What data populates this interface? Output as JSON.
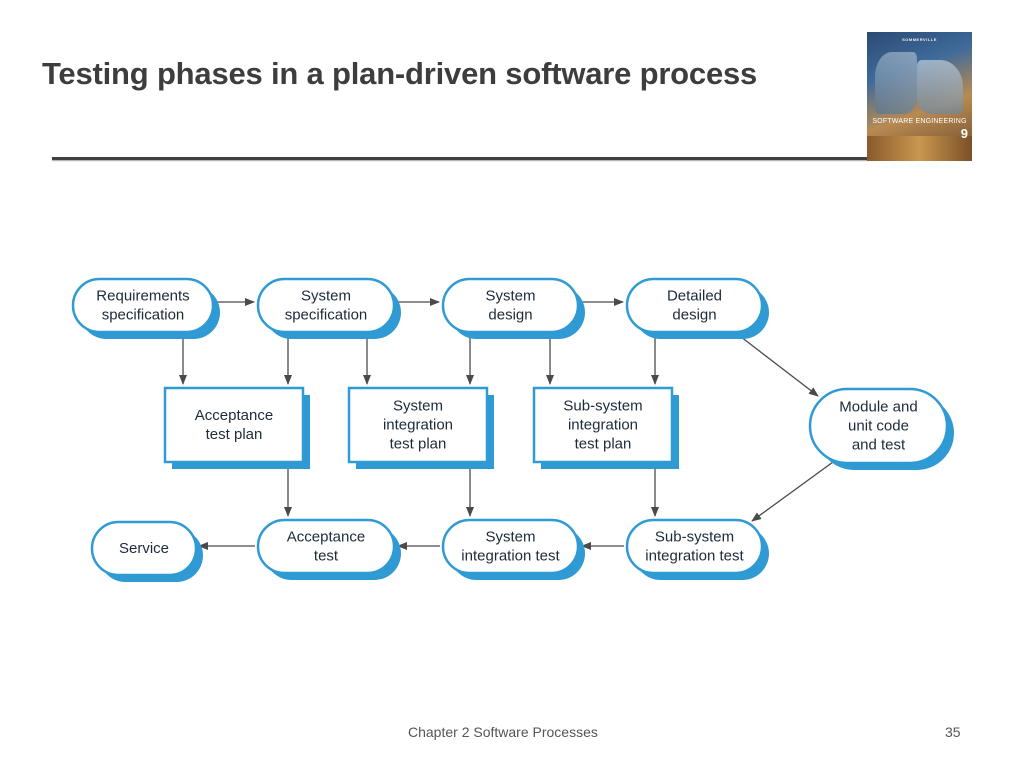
{
  "slide": {
    "title": "Testing phases in a plan-driven software process",
    "footer": "Chapter 2 Software Processes",
    "page_number": "35"
  },
  "book_cover": {
    "author": "SOMMERVILLE",
    "title": "SOFTWARE ENGINEERING",
    "edition": "9"
  },
  "colors": {
    "box_border": "#2f9ad4",
    "box_shadow": "#2f9ad4",
    "box_fill": "#ffffff",
    "arrow": "#4a4a4a",
    "text": "#1e2a3a"
  },
  "nodes": {
    "req_spec": [
      "Requirements",
      "specification"
    ],
    "sys_spec": [
      "System",
      "specification"
    ],
    "sys_design": [
      "System",
      "design"
    ],
    "det_design": [
      "Detailed",
      "design"
    ],
    "accept_plan": [
      "Acceptance",
      "test plan"
    ],
    "sys_int_plan": [
      "System",
      "integration",
      "test plan"
    ],
    "sub_int_plan": [
      "Sub-system",
      "integration",
      "test plan"
    ],
    "module_test": [
      "Module and",
      "unit code",
      "and test"
    ],
    "service": [
      "Service"
    ],
    "accept_test": [
      "Acceptance",
      "test"
    ],
    "sys_int_test": [
      "System",
      "integration test"
    ],
    "sub_int_test": [
      "Sub-system",
      "integration test"
    ]
  },
  "edges": [
    [
      "req_spec",
      "sys_spec"
    ],
    [
      "sys_spec",
      "sys_design"
    ],
    [
      "sys_design",
      "det_design"
    ],
    [
      "req_spec",
      "accept_plan"
    ],
    [
      "sys_spec",
      "accept_plan"
    ],
    [
      "sys_spec",
      "sys_int_plan"
    ],
    [
      "sys_design",
      "sys_int_plan"
    ],
    [
      "sys_design",
      "sub_int_plan"
    ],
    [
      "det_design",
      "sub_int_plan"
    ],
    [
      "det_design",
      "module_test"
    ],
    [
      "module_test",
      "sub_int_test"
    ],
    [
      "sub_int_test",
      "sys_int_test"
    ],
    [
      "sys_int_test",
      "accept_test"
    ],
    [
      "accept_test",
      "service"
    ],
    [
      "accept_plan",
      "accept_test"
    ],
    [
      "sys_int_plan",
      "sys_int_test"
    ],
    [
      "sub_int_plan",
      "sub_int_test"
    ]
  ]
}
